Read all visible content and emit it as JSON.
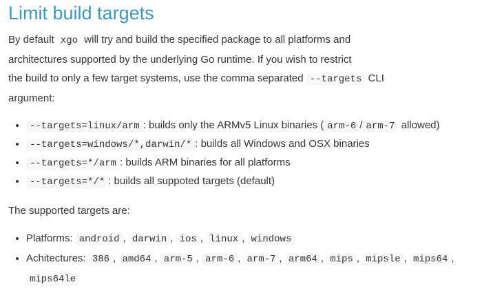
{
  "colors": {
    "heading": "#3e97b8",
    "text": "#333333",
    "code-bg": "#f8f8f8",
    "code-text": "#333333",
    "background": "#ffffff"
  },
  "heading": {
    "text": "Limit build targets"
  },
  "intro": {
    "lines": [
      [
        {
          "t": "By default "
        },
        {
          "c": "xgo"
        },
        {
          "t": " will try and build the specified package to all platforms and"
        }
      ],
      [
        {
          "t": "architectures supported by the underlying Go runtime. If you wish to restrict"
        }
      ],
      [
        {
          "t": "the build to only a few target systems, use the comma separated "
        },
        {
          "c": "--targets"
        },
        {
          "t": " CLI"
        }
      ],
      [
        {
          "t": "argument:"
        }
      ]
    ]
  },
  "targets_list": {
    "items": [
      [
        {
          "c": "--targets=linux/arm"
        },
        {
          "t": ": builds only the ARMv5 Linux binaries ("
        },
        {
          "c": "arm-6"
        },
        {
          "t": "/"
        },
        {
          "c": "arm-7"
        },
        {
          "t": " allowed)"
        }
      ],
      [
        {
          "c": "--targets=windows/*,darwin/*"
        },
        {
          "t": ": builds all Windows and OSX binaries"
        }
      ],
      [
        {
          "c": "--targets=*/arm"
        },
        {
          "t": ": builds ARM binaries for all platforms"
        }
      ],
      [
        {
          "c": "--targets=*/*"
        },
        {
          "t": ": builds all suppoted targets (default)"
        }
      ]
    ]
  },
  "supported": {
    "text": "The supported targets are:"
  },
  "supported_list": {
    "platforms": [
      {
        "t": "Platforms: "
      },
      {
        "c": "android"
      },
      {
        "t": ", "
      },
      {
        "c": "darwin"
      },
      {
        "t": ", "
      },
      {
        "c": "ios"
      },
      {
        "t": ", "
      },
      {
        "c": "linux"
      },
      {
        "t": ", "
      },
      {
        "c": "windows"
      }
    ],
    "architectures_lines": [
      [
        {
          "t": "Achitectures: "
        },
        {
          "c": "386"
        },
        {
          "t": ", "
        },
        {
          "c": "amd64"
        },
        {
          "t": ", "
        },
        {
          "c": "arm-5"
        },
        {
          "t": ", "
        },
        {
          "c": "arm-6"
        },
        {
          "t": ", "
        },
        {
          "c": "arm-7"
        },
        {
          "t": ", "
        },
        {
          "c": "arm64"
        },
        {
          "t": ", "
        },
        {
          "c": "mips"
        },
        {
          "t": ", "
        },
        {
          "c": "mipsle"
        },
        {
          "t": ", "
        },
        {
          "c": "mips64"
        },
        {
          "t": ","
        }
      ],
      [
        {
          "c": "mips64le"
        }
      ]
    ]
  }
}
